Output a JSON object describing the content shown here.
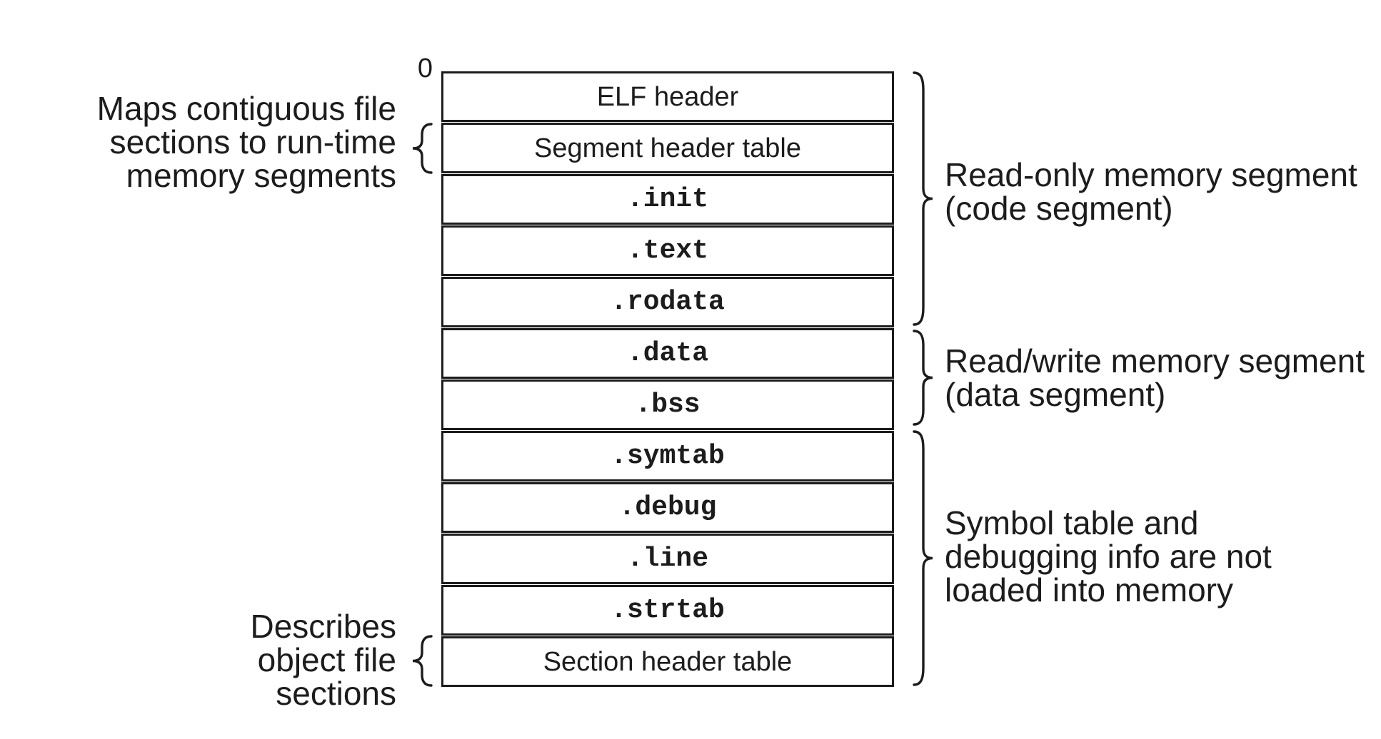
{
  "figure": {
    "origin_label": "0",
    "colors": {
      "ink": "#1c1c1c",
      "background": "#ffffff"
    },
    "rows": [
      {
        "label": "ELF header",
        "mono": false
      },
      {
        "label": "Segment header table",
        "mono": false
      },
      {
        "label": ".init",
        "mono": true
      },
      {
        "label": ".text",
        "mono": true
      },
      {
        "label": ".rodata",
        "mono": true
      },
      {
        "label": ".data",
        "mono": true
      },
      {
        "label": ".bss",
        "mono": true
      },
      {
        "label": ".symtab",
        "mono": true
      },
      {
        "label": ".debug",
        "mono": true
      },
      {
        "label": ".line",
        "mono": true
      },
      {
        "label": ".strtab",
        "mono": true
      },
      {
        "label": "Section header table",
        "mono": false
      }
    ],
    "left_annotations": [
      {
        "text": "Maps contiguous file\nsections to run-time\nmemory segments"
      },
      {
        "text": "Describes\nobject file\nsections"
      }
    ],
    "right_annotations": [
      {
        "text": "Read-only memory segment\n(code segment)"
      },
      {
        "text": "Read/write memory segment\n(data segment)"
      },
      {
        "text": "Symbol table and\ndebugging info are not\nloaded into memory"
      }
    ]
  }
}
